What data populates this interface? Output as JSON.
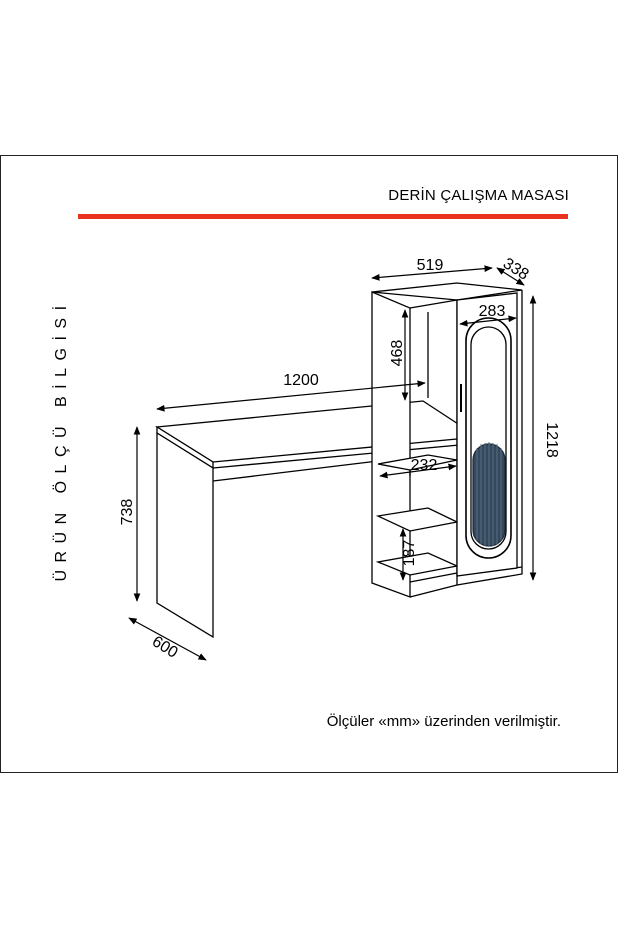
{
  "header": {
    "title": "DERİN ÇALIŞMA MASASI",
    "accent_color": "#e8321f"
  },
  "side_label": "ÜRÜN ÖLÇÜ BİLGİSİ",
  "dimensions": {
    "cabinet_width": "519",
    "cabinet_depth": "338",
    "door_width": "283",
    "upper_shelf_height": "468",
    "desk_width": "1200",
    "total_height": "1218",
    "shelf_width": "232",
    "desk_height": "738",
    "bottom_shelf_height": "187",
    "desk_depth": "600"
  },
  "footer_note": "Ölçüler «mm» üzerinden verilmiştir.",
  "colors": {
    "door_panel": "#34495e",
    "line": "#000000"
  }
}
